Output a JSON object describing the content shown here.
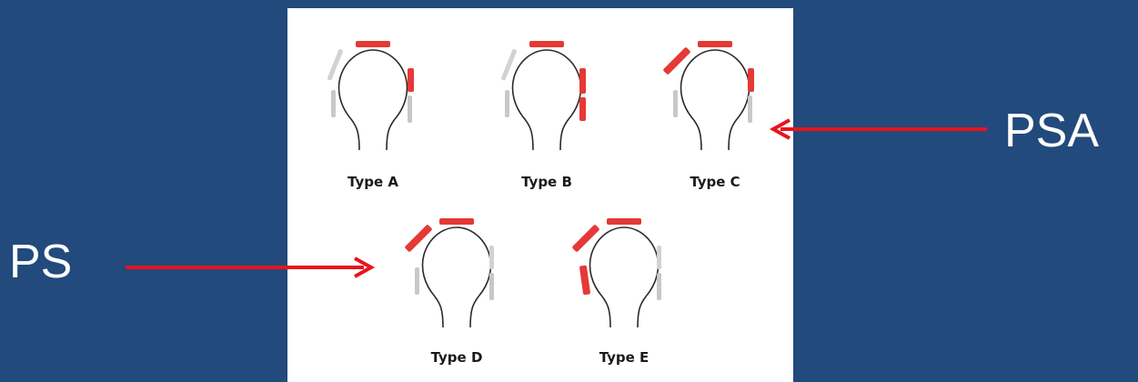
{
  "diagram": {
    "types": [
      {
        "id": "A",
        "label": "Type A"
      },
      {
        "id": "B",
        "label": "Type B"
      },
      {
        "id": "C",
        "label": "Type C"
      },
      {
        "id": "D",
        "label": "Type D"
      },
      {
        "id": "E",
        "label": "Type E"
      }
    ],
    "callouts": {
      "right": "PSA",
      "left": "PS"
    },
    "colors": {
      "background": "#224a7c",
      "panel": "#ffffff",
      "lesion": "#e53935",
      "normal": "#c8c8c8",
      "outline": "#2b2b2b",
      "arrow": "#e8141b",
      "callout_text": "#ffffff"
    }
  }
}
